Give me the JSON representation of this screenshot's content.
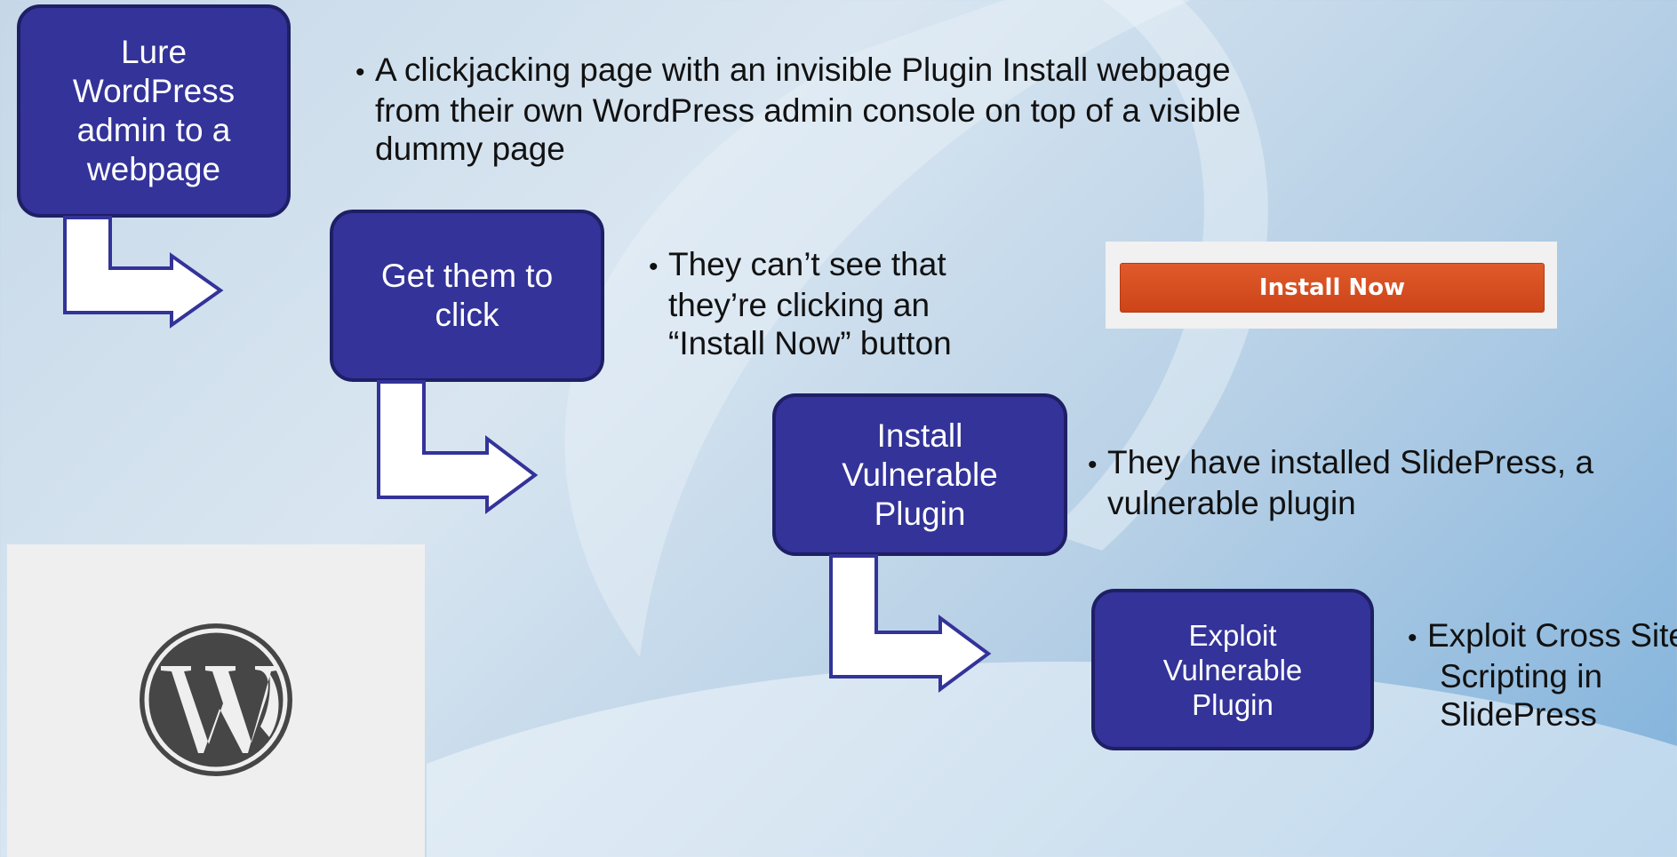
{
  "steps": [
    {
      "id": "lure",
      "lines": [
        "Lure",
        "WordPress",
        "admin to a",
        "webpage"
      ]
    },
    {
      "id": "click",
      "lines": [
        "Get them to",
        "click"
      ]
    },
    {
      "id": "install",
      "lines": [
        "Install",
        "Vulnerable",
        "Plugin"
      ]
    },
    {
      "id": "exploit",
      "lines": [
        "Exploit",
        "Vulnerable",
        "Plugin"
      ]
    }
  ],
  "bullets": {
    "lure": "A clickjacking page with an invisible Plugin Install webpage from their own WordPress admin console on top of a visible dummy page",
    "click": "They can’t see that they’re clicking an “Install Now” button",
    "install": "They have installed SlidePress, a vulnerable plugin",
    "exploit": "Exploit Cross Site Scripting in SlidePress"
  },
  "install_now_button": {
    "label": "Install Now",
    "color": "#d54e21"
  },
  "logo": {
    "icon": "wordpress-logo-icon",
    "color": "#464646"
  },
  "colors": {
    "box_fill": "#333399",
    "box_border": "#1f1f66",
    "arrow_stroke": "#333399",
    "arrow_fill": "#ffffff"
  }
}
